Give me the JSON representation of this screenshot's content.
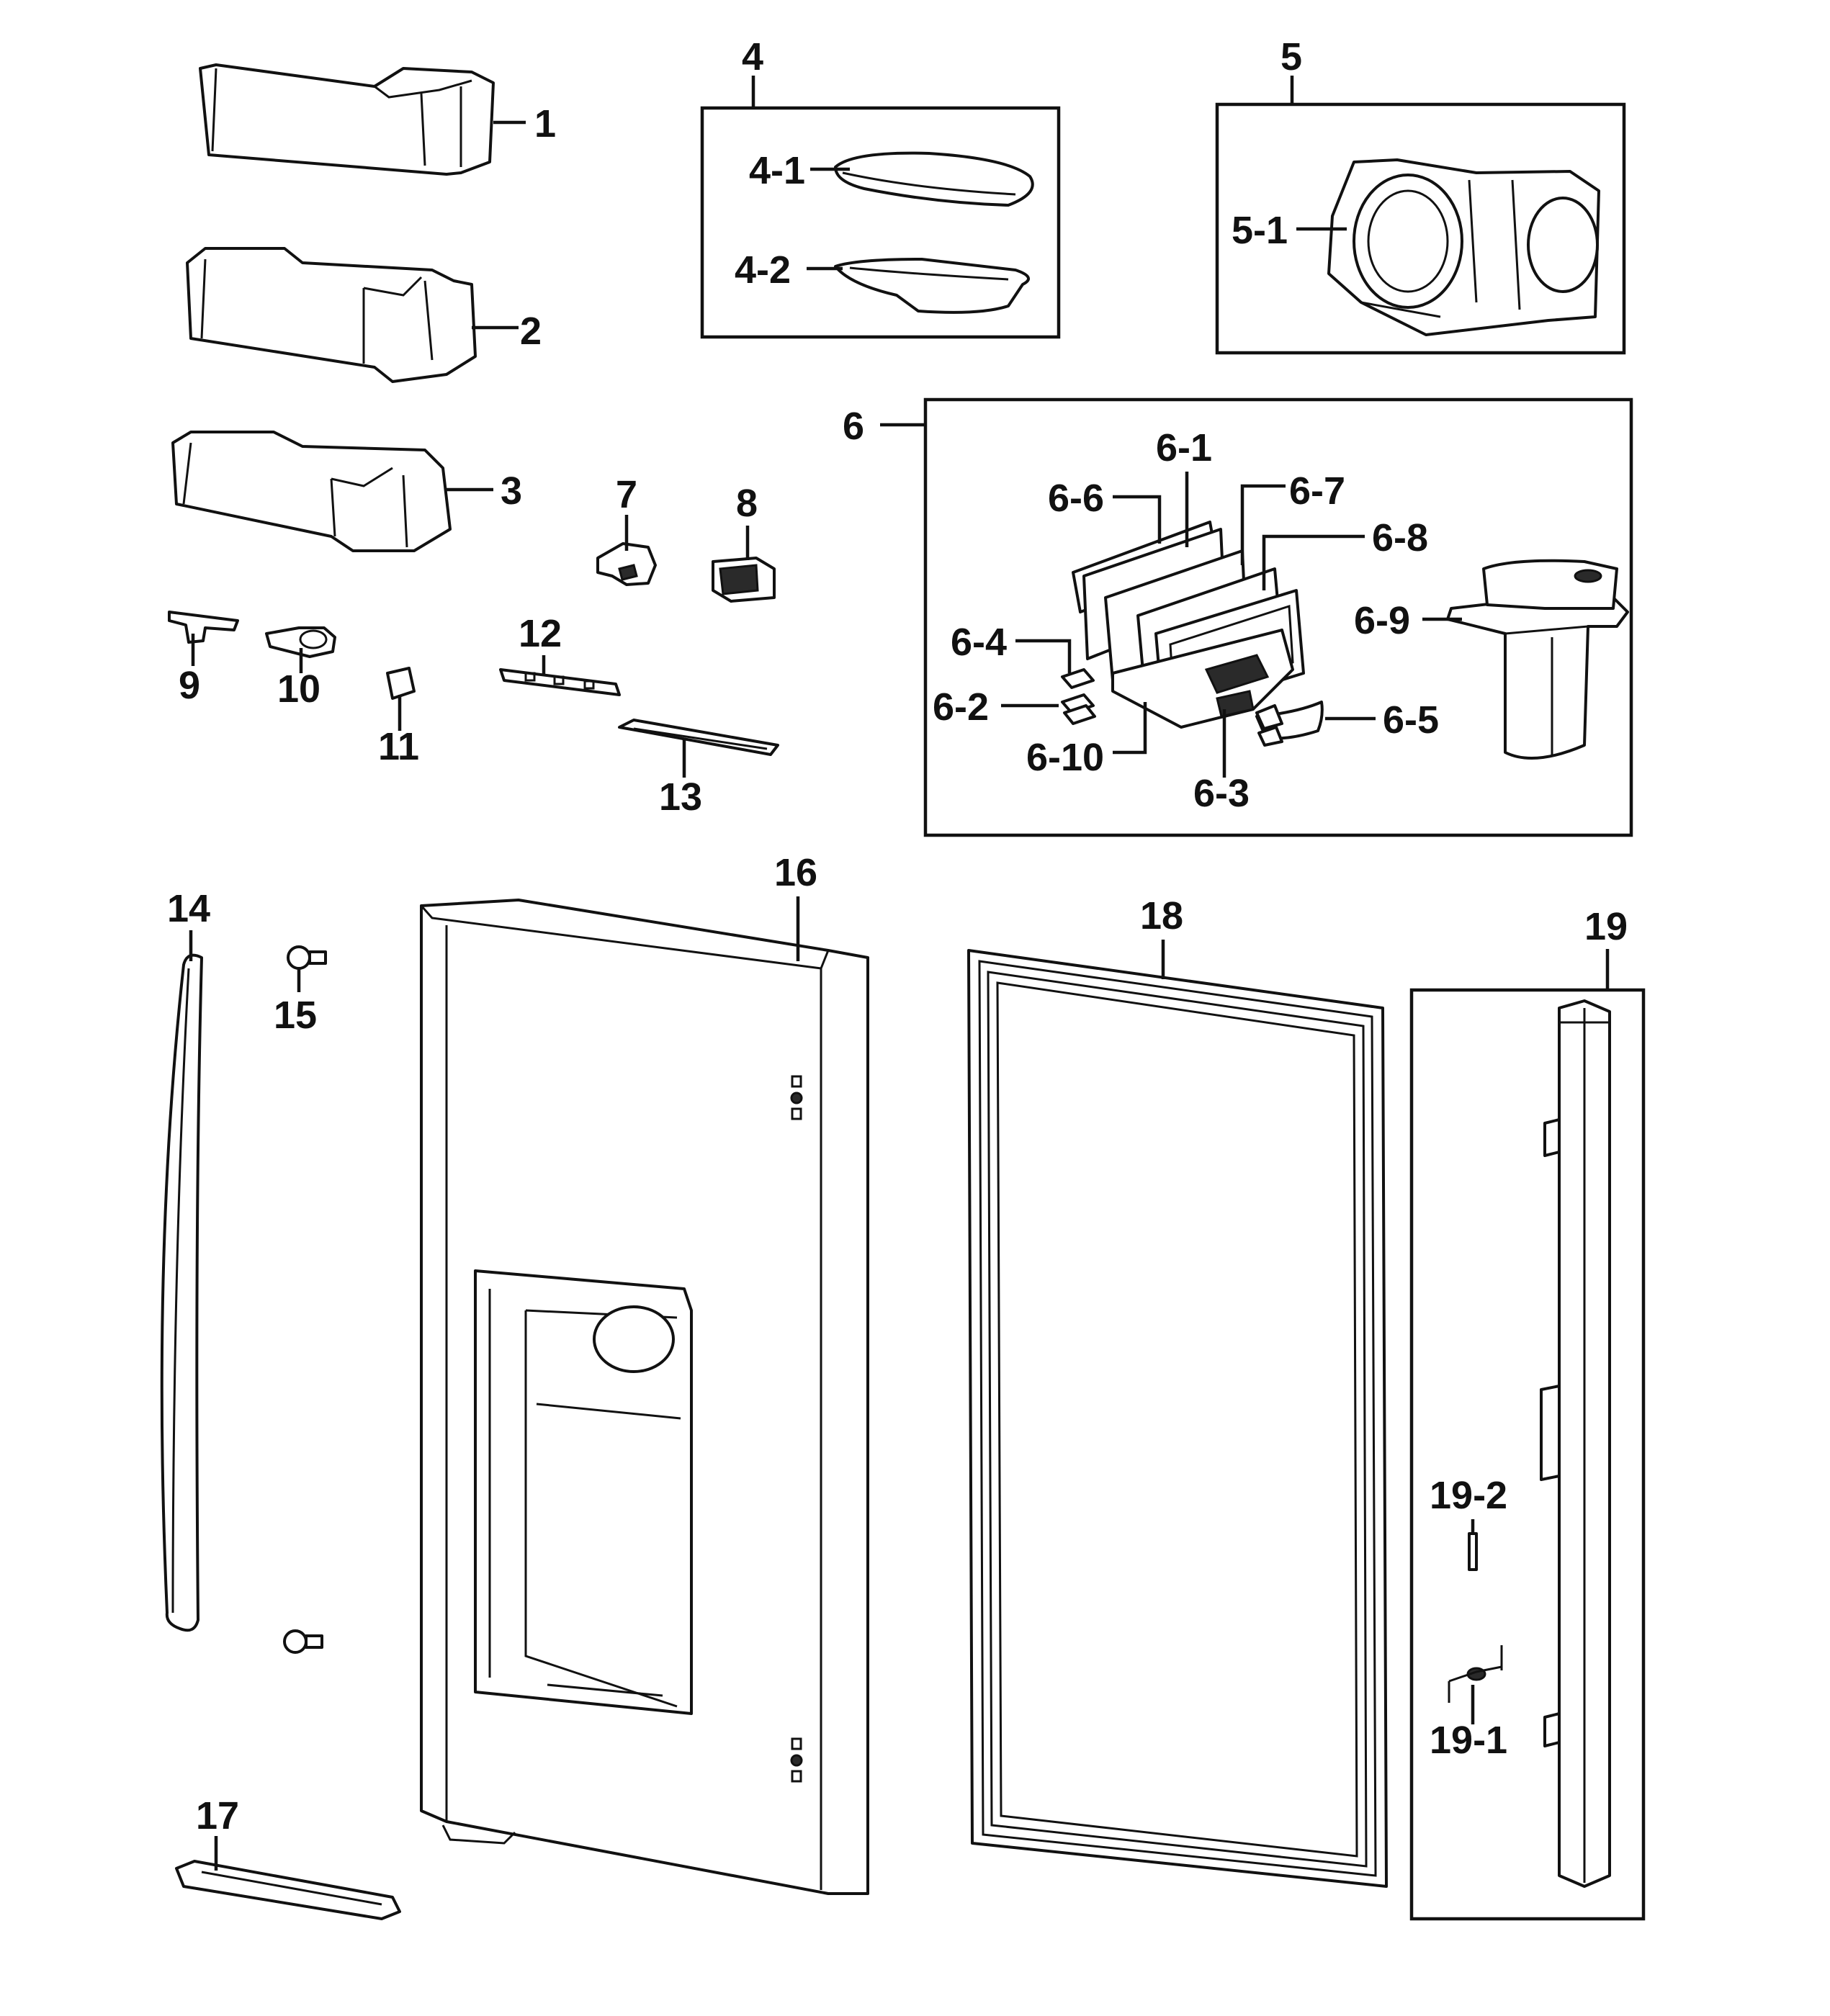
{
  "labels": {
    "p1": "1",
    "p2": "2",
    "p3": "3",
    "p4": "4",
    "p4_1": "4-1",
    "p4_2": "4-2",
    "p5": "5",
    "p5_1": "5-1",
    "p6": "6",
    "p6_1": "6-1",
    "p6_2": "6-2",
    "p6_3": "6-3",
    "p6_4": "6-4",
    "p6_5": "6-5",
    "p6_6": "6-6",
    "p6_7": "6-7",
    "p6_8": "6-8",
    "p6_9": "6-9",
    "p6_10": "6-10",
    "p7": "7",
    "p8": "8",
    "p9": "9",
    "p10": "10",
    "p11": "11",
    "p12": "12",
    "p13": "13",
    "p14": "14",
    "p15": "15",
    "p16": "16",
    "p17": "17",
    "p18": "18",
    "p19": "19",
    "p19_1": "19-1",
    "p19_2": "19-2"
  },
  "colors": {
    "ink": "#111111",
    "paper": "#ffffff"
  }
}
